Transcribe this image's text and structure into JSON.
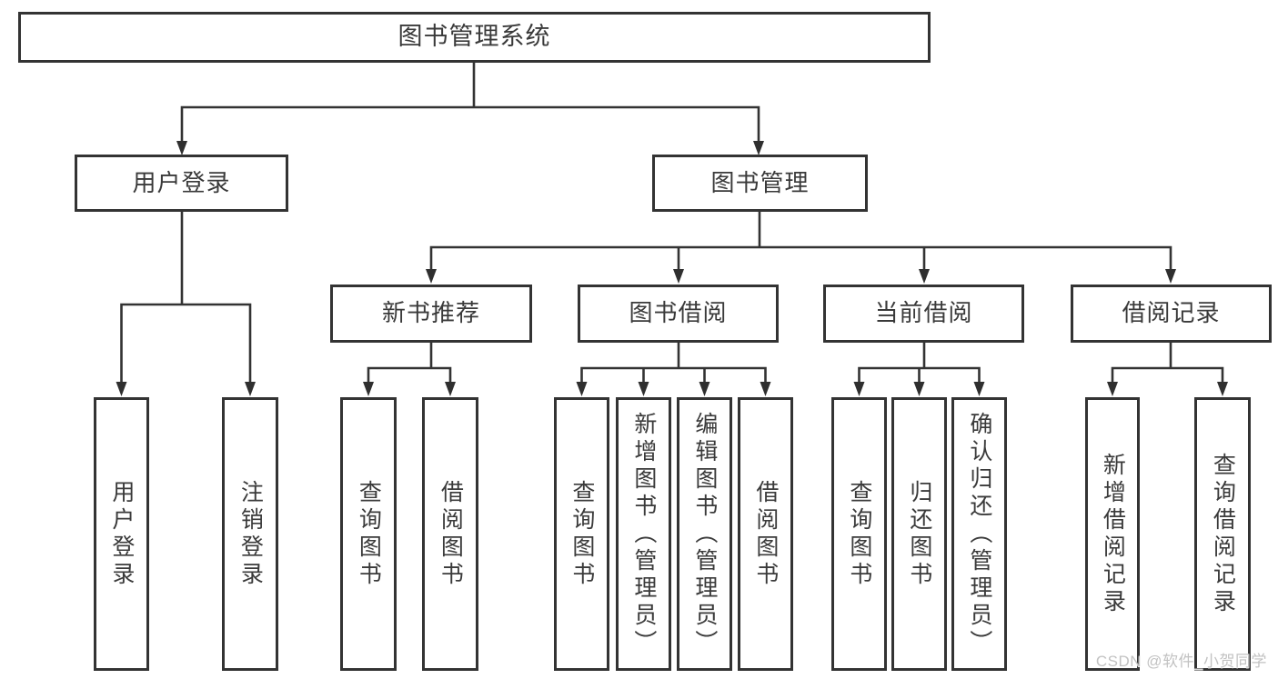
{
  "diagram": {
    "tree": {
      "label": "图书管理系统",
      "children": [
        {
          "label": "用户登录",
          "children": [
            {
              "label": "用户登录"
            },
            {
              "label": "注销登录"
            }
          ]
        },
        {
          "label": "图书管理",
          "children": [
            {
              "label": "新书推荐",
              "children": [
                {
                  "label": "查询图书"
                },
                {
                  "label": "借阅图书"
                }
              ]
            },
            {
              "label": "图书借阅",
              "children": [
                {
                  "label": "查询图书"
                },
                {
                  "label": "新增图书（管理员）"
                },
                {
                  "label": "编辑图书（管理员）"
                },
                {
                  "label": "借阅图书"
                }
              ]
            },
            {
              "label": "当前借阅",
              "children": [
                {
                  "label": "查询图书"
                },
                {
                  "label": "归还图书"
                },
                {
                  "label": "确认归还（管理员）"
                }
              ]
            },
            {
              "label": "借阅记录",
              "children": [
                {
                  "label": "新增借阅记录"
                },
                {
                  "label": "查询借阅记录"
                }
              ]
            }
          ]
        }
      ]
    },
    "colors": {
      "line": "#333333",
      "box_border": "#333333",
      "text": "#3a3a3a",
      "background": "#ffffff",
      "watermark": "#c2c2c2"
    }
  },
  "watermark": {
    "text": "CSDN @软件_小贺同学"
  }
}
